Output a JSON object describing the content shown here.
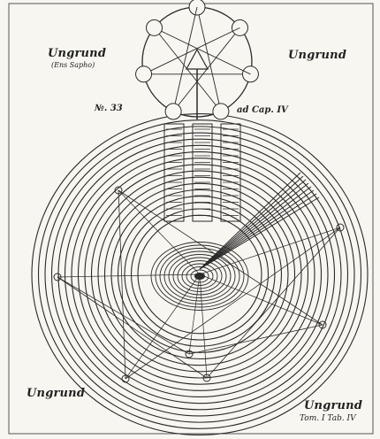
{
  "plate": {
    "top_left_label": "Ungrund",
    "top_left_sublabel": "(Ens Sapho)",
    "top_right_label": "Ungrund",
    "figure_number": "№. 33",
    "chapter_ref": "ad Cap. IV",
    "bottom_left_label": "Ungrund",
    "bottom_right_label": "Ungrund",
    "plate_ref": "Tom. I Tab. IV"
  },
  "colors": {
    "ink": "#2a2a2a",
    "paper": "#f8f6f1"
  }
}
